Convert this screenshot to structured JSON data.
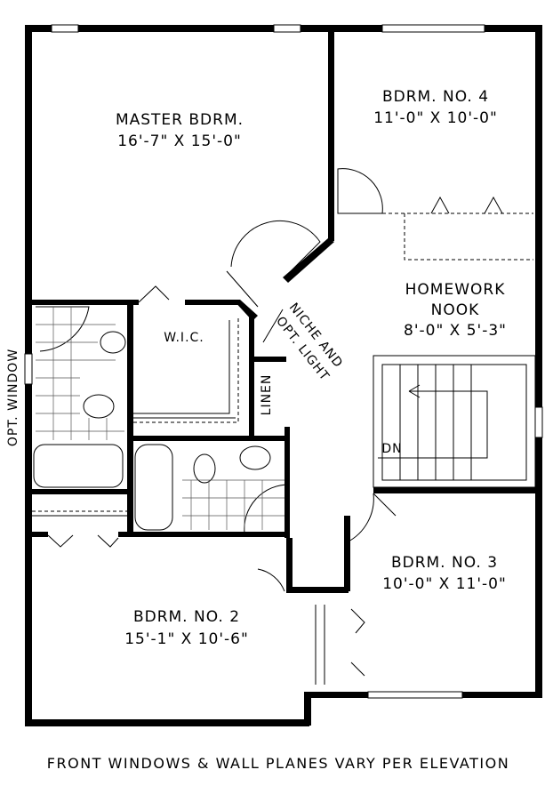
{
  "rooms": {
    "master": {
      "name": "MASTER BDRM.",
      "size": "16'-7\" X 15'-0\""
    },
    "bdrm4": {
      "name": "BDRM. NO. 4",
      "size": "11'-0\" X 10'-0\""
    },
    "nook": {
      "name1": "HOMEWORK",
      "name2": "NOOK",
      "size": "8'-0\" X 5'-3\""
    },
    "wic": {
      "name": "W.I.C."
    },
    "linen": {
      "name": "LINEN"
    },
    "niche": {
      "line1": "NICHE AND",
      "line2": "OPT. LIGHT"
    },
    "bdrm3": {
      "name": "BDRM. NO. 3",
      "size": "10'-0\" X 11'-0\""
    },
    "bdrm2": {
      "name": "BDRM. NO. 2",
      "size": "15'-1\" X 10'-6\""
    }
  },
  "labels": {
    "opt_window": "OPT. WINDOW",
    "stair_dn": "DN"
  },
  "footer": "FRONT WINDOWS & WALL PLANES VARY PER ELEVATION"
}
